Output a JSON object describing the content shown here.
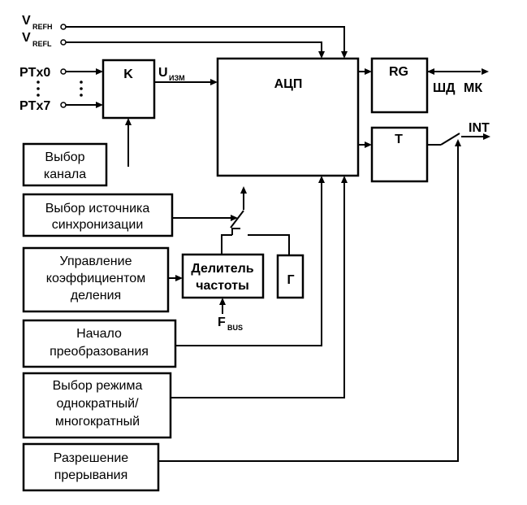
{
  "inputs": {
    "vrefh_main": "V",
    "vrefh_sub": "REFH",
    "vrefl_main": "V",
    "vrefl_sub": "REFL",
    "ptx0": "PTx0",
    "ptx7": "PTx7"
  },
  "blocks": {
    "mux": "K",
    "u_main": "U",
    "u_sub": "ИЗМ",
    "adc": "АЦП",
    "register": "RG",
    "trigger": "T",
    "generator": "Г",
    "divider": [
      "Делитель",
      "частоты"
    ],
    "fbus_main": "F",
    "fbus_sub": "BUS"
  },
  "outputs": {
    "bus": "ШД",
    "mcu": "МК",
    "interrupt": "INT"
  },
  "controls": {
    "channel_select": [
      "Выбор",
      "канала"
    ],
    "clock_source_select": [
      "Выбор источника",
      "синхронизации"
    ],
    "divider_control": [
      "Управление",
      "коэффициентом",
      "деления"
    ],
    "conversion_start": [
      "Начало",
      "преобразования"
    ],
    "mode_select": [
      "Выбор режима",
      "однократный/",
      "многократный"
    ],
    "interrupt_enable": [
      "Разрешение",
      "прерывания"
    ]
  }
}
